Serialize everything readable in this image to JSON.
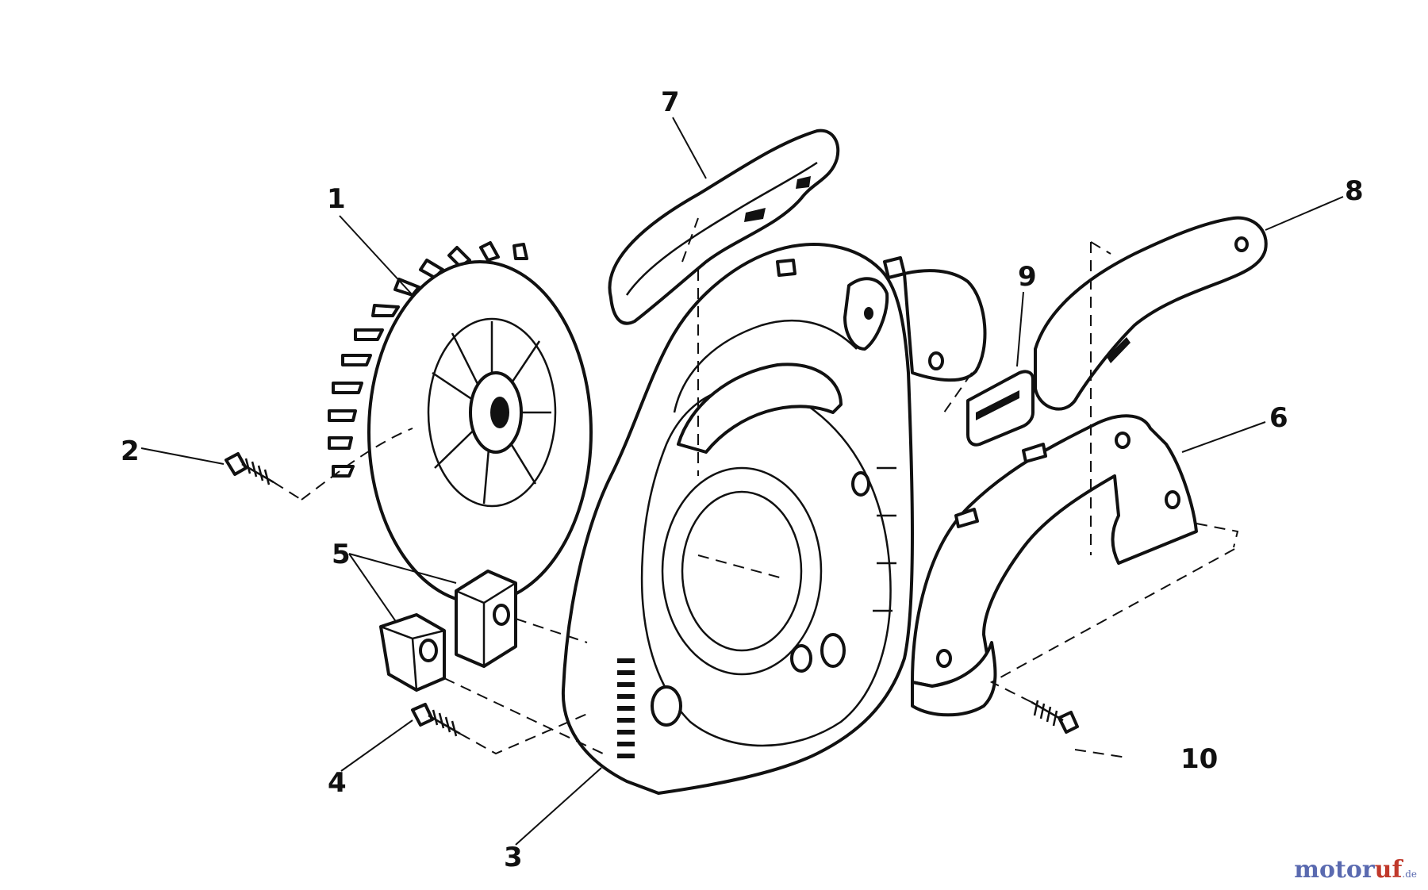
{
  "callouts": {
    "c1": "1",
    "c2": "2",
    "c3": "3",
    "c4": "4",
    "c5": "5",
    "c6": "6",
    "c7": "7",
    "c8": "8",
    "c9": "9",
    "c10": "10"
  },
  "parts": {
    "p1": "fan-wheel",
    "p2": "screw",
    "p3": "fan-housing",
    "p4": "screw",
    "p5": "spacer-blocks",
    "p6": "handle-lower-half",
    "p7": "handle-top-cover",
    "p8": "handle-upper-half",
    "p9": "throttle-plate",
    "p10": "screw"
  },
  "watermark": {
    "main": "motor",
    "accent": "uf",
    "suffix": ".de"
  },
  "colors": {
    "line": "#111111",
    "brand_blue": "#5a6ab0",
    "brand_red": "#c0392b"
  }
}
